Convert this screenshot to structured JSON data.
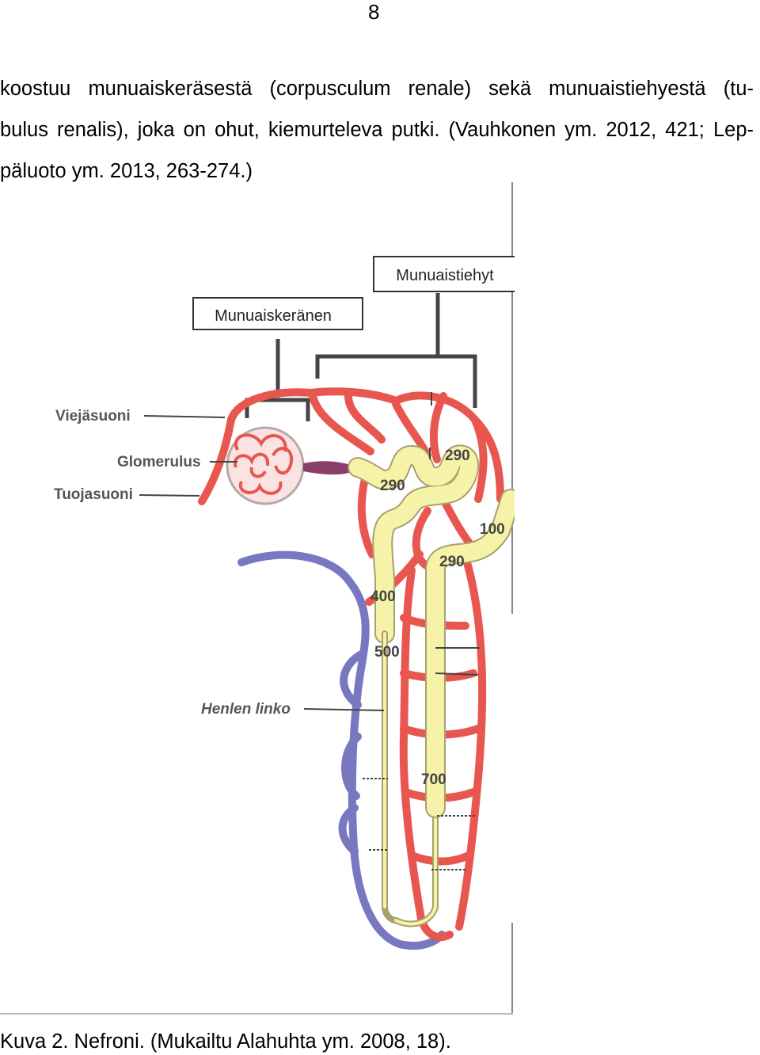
{
  "page_number": "8",
  "paragraph": {
    "lines": [
      "koostuu munuaiskeräsestä (corpusculum renale) sekä munuaistiehyestä (tu-",
      "bulus renalis), joka on ohut, kiemurteleva putki. (Vauhkonen ym. 2012, 421; Lep-",
      "päluoto ym. 2013, 263-274.)"
    ]
  },
  "figure": {
    "box_labels": {
      "tubule": "Munuaistiehyt",
      "corpuscle": "Munuaiskeränen"
    },
    "side_labels": {
      "efferent": "Viejäsuoni",
      "glomerulus": "Glomerulus",
      "afferent": "Tuojasuoni",
      "loop": "Henlen linko"
    },
    "osmolarity_values": {
      "v1": "290",
      "v2": "290",
      "v3": "100",
      "v4": "290",
      "v5": "400",
      "v6": "500",
      "v7": "700"
    },
    "colors": {
      "artery": "#e8574f",
      "vein": "#7878c0",
      "tubule": "#f6f2a8",
      "tubule_edge": "#a8a070"
    }
  },
  "caption": "Kuva 2. Nefroni. (Mukailtu Alahuhta ym. 2008, 18)."
}
